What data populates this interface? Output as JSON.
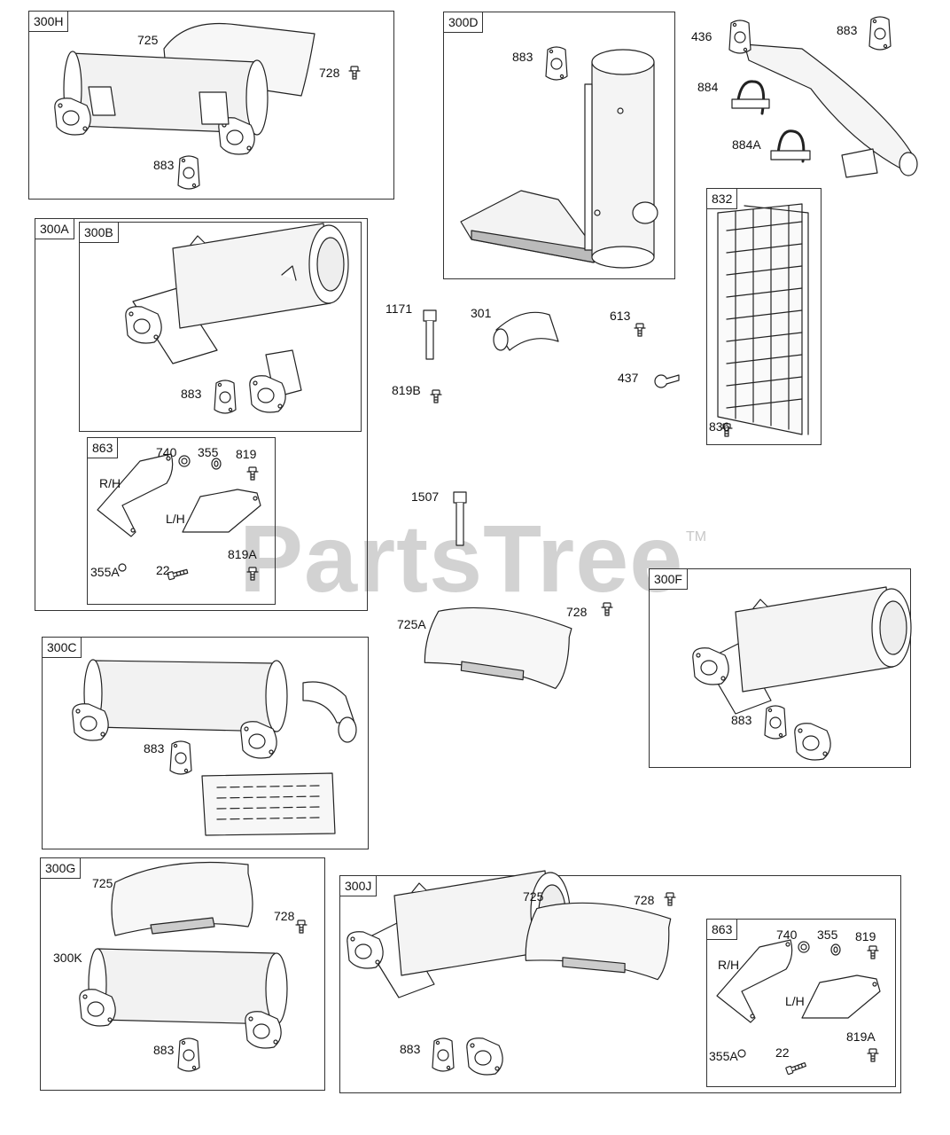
{
  "watermark": {
    "text": "PartsTree",
    "tm": "TM"
  },
  "groups": {
    "g300H": "300H",
    "g300D": "300D",
    "g300A": "300A",
    "g300B": "300B",
    "g863a": "863",
    "g832": "832",
    "g300C": "300C",
    "g300F": "300F",
    "g300G": "300G",
    "g300J": "300J",
    "g863b": "863"
  },
  "labels": {
    "h_725": "725",
    "h_728": "728",
    "h_883": "883",
    "d_883": "883",
    "t_436": "436",
    "t_883": "883",
    "t_884": "884",
    "t_884A": "884A",
    "b_883": "883",
    "a_740": "740",
    "a_355": "355",
    "a_819": "819",
    "a_RH": "R/H",
    "a_LH": "L/H",
    "a_355A": "355A",
    "a_22": "22",
    "a_819A": "819A",
    "m_1171": "1171",
    "m_301": "301",
    "m_613": "613",
    "m_819B": "819B",
    "m_437": "437",
    "c_836": "836",
    "m_1507": "1507",
    "m_725A": "725A",
    "m_728": "728",
    "f_883": "883",
    "c_883": "883",
    "g_725": "725",
    "g_728": "728",
    "g_300K": "300K",
    "g_883": "883",
    "j_725": "725",
    "j_728": "728",
    "j_883": "883",
    "j_740": "740",
    "j_355": "355",
    "j_819": "819",
    "j_RH": "R/H",
    "j_LH": "L/H",
    "j_355A": "355A",
    "j_22": "22",
    "j_819A": "819A"
  }
}
